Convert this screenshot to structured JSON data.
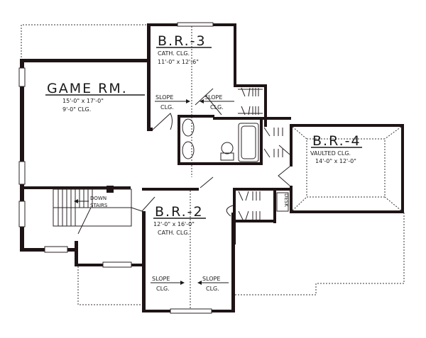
{
  "plan": {
    "rooms": {
      "game_room": {
        "name": "GAME RM.",
        "size": "15'-0\" x 17'-0\"",
        "ceiling": "9'-0\" CLG."
      },
      "br3": {
        "name": "B.R.-3",
        "ceiling": "CATH. CLG.",
        "size": "11'-0\" x 12'-6\""
      },
      "br4": {
        "name": "B.R.-4",
        "ceiling": "VAULTED CLG.",
        "size": "14'-0\" x 12'-0\""
      },
      "br2": {
        "name": "B.R.-2",
        "size": "12'-0\" x 16'-0\"",
        "ceiling": "CATH. CLG."
      }
    },
    "annotations": {
      "slope_left_top": {
        "line1": "SLOPE",
        "line2": "CLG."
      },
      "slope_right_top": {
        "line1": "SLOPE",
        "line2": "CLG."
      },
      "slope_left_bottom": {
        "line1": "SLOPE",
        "line2": "CLG."
      },
      "slope_right_bottom": {
        "line1": "SLOPE",
        "line2": "CLG."
      },
      "stairs": {
        "line1": "DOWN",
        "line2": "STAIRS"
      },
      "desk": "DESK"
    },
    "colors": {
      "wall": "#1e1416",
      "line": "#2a2224",
      "background": "#ffffff"
    }
  }
}
